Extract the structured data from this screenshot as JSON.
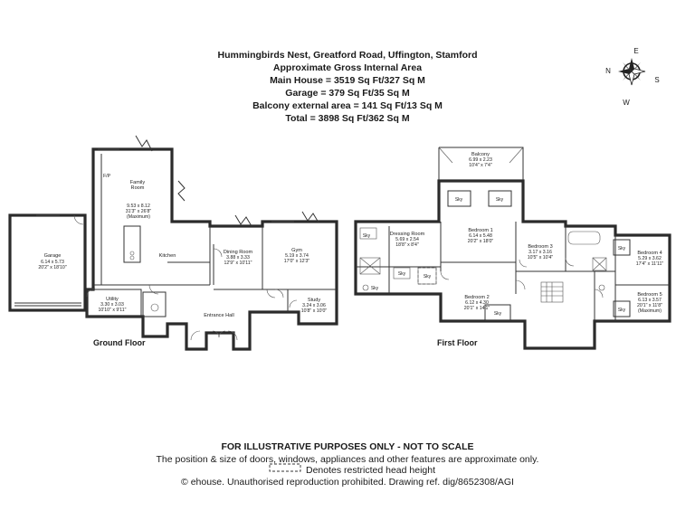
{
  "header": {
    "title": "Hummingbirds Nest, Greatford Road, Uffington, Stamford",
    "subtitle": "Approximate Gross Internal Area",
    "main_house": "Main House = 3519 Sq Ft/327 Sq M",
    "garage": "Garage = 379 Sq Ft/35 Sq M",
    "balcony": "Balcony external area = 141 Sq Ft/13 Sq M",
    "total": "Total = 3898 Sq Ft/362 Sq M"
  },
  "compass": {
    "n": "N",
    "e": "E",
    "s": "S",
    "w": "W"
  },
  "floors": {
    "ground": "Ground Floor",
    "first": "First Floor"
  },
  "ground_rooms": {
    "garage": {
      "name": "Garage",
      "dims": "6.14 x 5.73",
      "imperial": "20'2\" x 18'10\""
    },
    "family": {
      "name": "Family",
      "name2": "Room",
      "dims": "9.53 x 8.12",
      "imperial": "31'3\" x 26'8\"",
      "note": "(Maximum)"
    },
    "fp": "F/P",
    "kitchen": "Kitchen",
    "dining": {
      "name": "Dining Room",
      "dims": "3.88 x 3.33",
      "imperial": "12'9\" x 10'11\""
    },
    "gym": {
      "name": "Gym",
      "dims": "5.19 x 3.74",
      "imperial": "17'0\" x 12'3\""
    },
    "study": {
      "name": "Study",
      "dims": "3.24 x 3.06",
      "imperial": "10'8\" x 10'0\""
    },
    "utility": {
      "name": "Utility",
      "dims": "3.30 x 3.03",
      "imperial": "10'10\" x 9'11\""
    },
    "hall": "Entrance Hall"
  },
  "first_rooms": {
    "balcony": {
      "name": "Balcony",
      "dims": "6.99 x 2.23",
      "imperial": "10'4\" x 7'4\""
    },
    "dressing": {
      "name": "Dressing Room",
      "dims": "5.69 x 2.54",
      "imperial": "18'8\" x 8'4\""
    },
    "bed1": {
      "name": "Bedroom 1",
      "dims": "6.14 x 5.48",
      "imperial": "20'2\" x 18'0\""
    },
    "bed2": {
      "name": "Bedroom 2",
      "dims": "6.12 x 4.30",
      "imperial": "20'1\" x 14'1\""
    },
    "bed3": {
      "name": "Bedroom 3",
      "dims": "3.17 x 3.16",
      "imperial": "10'5\" x 10'4\""
    },
    "bed4": {
      "name": "Bedroom 4",
      "dims": "5.29 x 3.62",
      "imperial": "17'4\" x 11'11\""
    },
    "bed5": {
      "name": "Bedroom 5",
      "dims": "6.13 x 3.57",
      "imperial": "20'1\" x 11'8\"",
      "note": "(Maximum)"
    },
    "sky": "Sky"
  },
  "footer": {
    "disclaimer": "FOR ILLUSTRATIVE PURPOSES ONLY - NOT TO SCALE",
    "note": "The position & size of doors, windows, appliances and other features are approximate only.",
    "legend": "Denotes restricted head height",
    "copyright": "© ehouse. Unauthorised reproduction prohibited. Drawing ref. dig/8652308/AGI"
  },
  "colors": {
    "wall": "#2b2b2b",
    "line": "#333333",
    "background": "#ffffff"
  }
}
